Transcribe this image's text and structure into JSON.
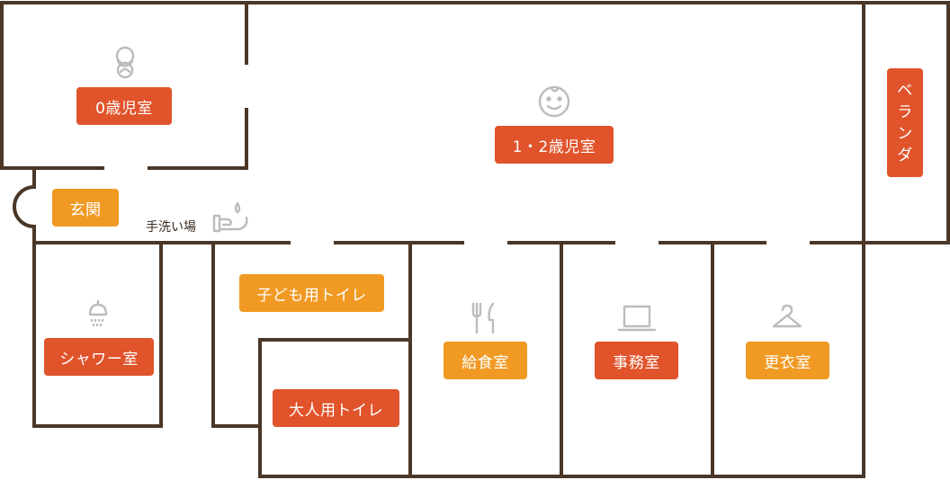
{
  "rooms": {
    "infant_room": "0歳児室",
    "toddler_room": "1・2歳児室",
    "veranda": "ベランダ",
    "entrance": "玄関",
    "handwash": "手洗い場",
    "kids_toilet": "子ども用トイレ",
    "shower_room": "シャワー室",
    "adult_toilet": "大人用トイレ",
    "kitchen": "給食室",
    "office": "事務室",
    "changing_room": "更衣室"
  },
  "colors": {
    "wall": "#4a3728",
    "label_red": "#e0532b",
    "label_orange": "#f09a24",
    "icon_gray": "#bcbcbc"
  },
  "icons": [
    "baby-icon",
    "smiley-icon",
    "handwash-icon",
    "shower-icon",
    "cutlery-icon",
    "laptop-icon",
    "hanger-icon"
  ]
}
